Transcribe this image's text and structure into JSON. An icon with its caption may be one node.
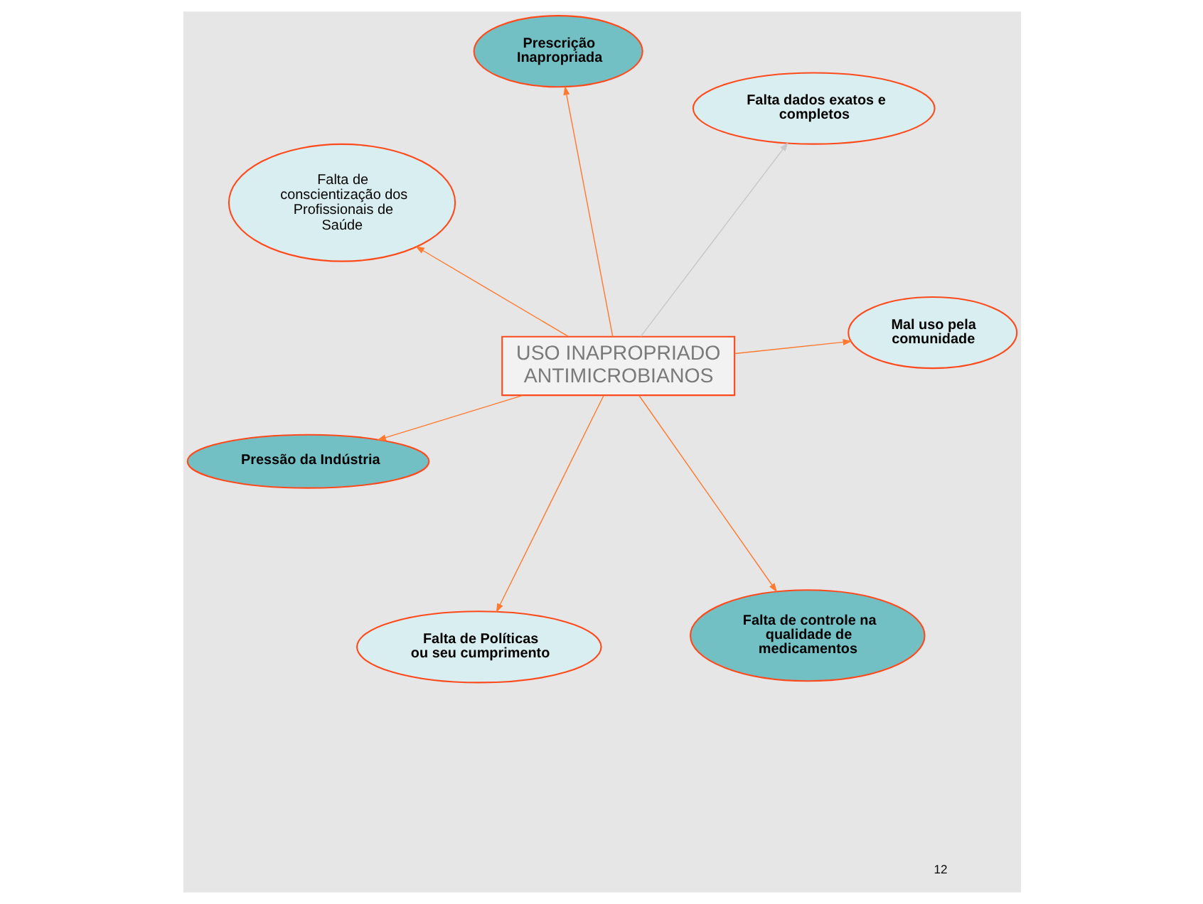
{
  "diagram": {
    "nodes": [
      {
        "text": [
          "USO INAPROPRIADO ANTIMICROBIANOS"
        ]
      },
      {
        "text": [
          "Mal uso pela comunidade"
        ]
      },
      {
        "text": [
          "Falta de Políticas ou seu cumprimento"
        ]
      },
      {
        "text": [
          "Falta de conscientização dos Profissionais de Saúde"
        ]
      },
      {
        "text": [
          "Falta dados exatos e completos"
        ]
      },
      {
        "text": [
          "Prescrição Inapropriada"
        ]
      },
      {
        "text": [
          "Pressão da Indústria"
        ]
      },
      {
        "text": [
          "Falta de controle na qualidade de medicamentos"
        ]
      }
    ],
    "edges": [
      {
        "from": 0,
        "to": 1,
        "arrow": "to"
      },
      {
        "from": 0,
        "to": 2,
        "arrow": "to"
      },
      {
        "from": 0,
        "to": 3,
        "arrow": "to"
      },
      {
        "from": 0,
        "to": 4,
        "arrow": "to",
        "color": "#c8c8c8"
      },
      {
        "from": 0,
        "to": 5,
        "arrow": "to"
      },
      {
        "from": 0,
        "to": 6,
        "arrow": "to"
      },
      {
        "from": 0,
        "to": 7,
        "arrow": "to"
      }
    ],
    "labels": [
      "12"
    ]
  }
}
